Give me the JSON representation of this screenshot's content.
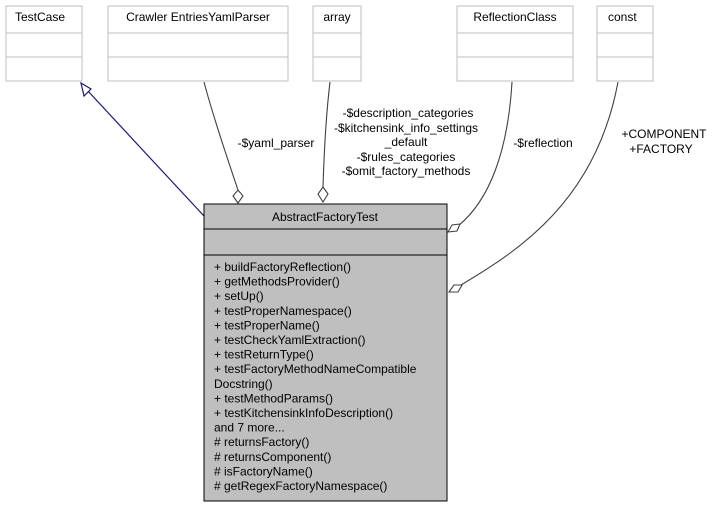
{
  "classes": {
    "testcase": {
      "name": "TestCase"
    },
    "parser": {
      "name": "Crawler EntriesYamlParser"
    },
    "array": {
      "name": "array"
    },
    "reflection": {
      "name": "ReflectionClass"
    },
    "const": {
      "name": "const"
    },
    "main": {
      "name": "AbstractFactoryTest",
      "methods": [
        "+ buildFactoryReflection()",
        "+ getMethodsProvider()",
        "+ setUp()",
        "+ testProperNamespace()",
        "+ testProperName()",
        "+ testCheckYamlExtraction()",
        "+ testReturnType()",
        "+ testFactoryMethodNameCompatible",
        "Docstring()",
        "+ testMethodParams()",
        "+ testKitchensinkInfoDescription()",
        "and 7 more...",
        "# returnsFactory()",
        "# returnsComponent()",
        "# isFactoryName()",
        "# getRegexFactoryNamespace()"
      ]
    }
  },
  "edges": {
    "yaml_parser": [
      "-$yaml_parser"
    ],
    "array": [
      "-$description_categories",
      "-$kitchensink_info_settings",
      "_default",
      "-$rules_categories",
      "-$omit_factory_methods"
    ],
    "reflection": [
      "-$reflection"
    ],
    "const": [
      "+COMPONENT",
      "+FACTORY"
    ]
  },
  "colors": {
    "box_fill": "#ffffff",
    "box_stroke": "#bfbfbf",
    "focus_header": "#bfbfbf",
    "focus_stroke": "#000000",
    "inherit_edge": "#191970",
    "assoc_edge": "#404040"
  }
}
